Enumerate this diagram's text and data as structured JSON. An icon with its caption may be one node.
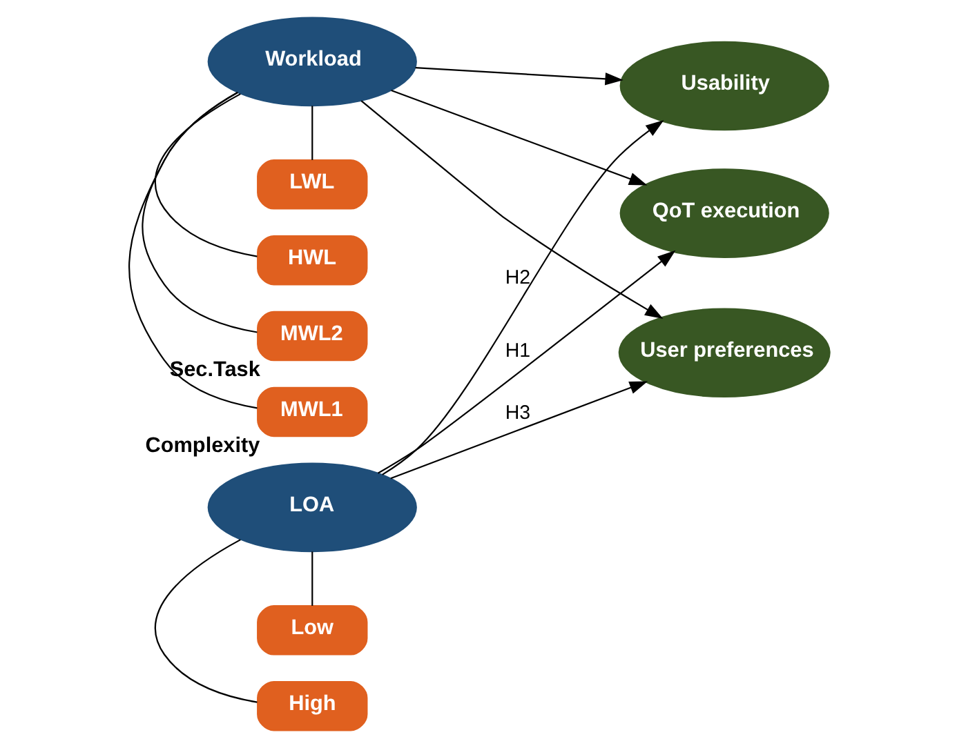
{
  "diagram": {
    "nodes": [
      {
        "text": [
          "LOA"
        ]
      },
      {
        "text": [
          "High"
        ]
      },
      {
        "text": [
          "Low"
        ]
      },
      {
        "text": [
          "Workload"
        ]
      },
      {
        "text": [
          "LWL"
        ]
      },
      {
        "text": [
          "MWL1"
        ],
        "beside": [
          "Complexity"
        ]
      },
      {
        "text": [
          "MWL2"
        ],
        "beside": [
          "Sec.Task"
        ]
      },
      {
        "text": [
          "HWL"
        ]
      },
      {
        "text": [
          "QoT execution"
        ]
      },
      {
        "text": [
          "Usability"
        ]
      },
      {
        "text": [
          "User preferences"
        ]
      }
    ],
    "edges": [
      {
        "from": 0,
        "to": 1,
        "arrow": "none"
      },
      {
        "from": 0,
        "to": 2,
        "arrow": "none"
      },
      {
        "from": 3,
        "to": 4,
        "arrow": "none"
      },
      {
        "from": 3,
        "to": 5,
        "arrow": "none"
      },
      {
        "from": 3,
        "to": 6,
        "arrow": "none"
      },
      {
        "from": 3,
        "to": 7,
        "arrow": "none"
      },
      {
        "from": 0,
        "to": 8,
        "arrow": "to",
        "label": "H1"
      },
      {
        "from": 0,
        "to": 9,
        "arrow": "to",
        "label": "H2"
      },
      {
        "from": 0,
        "to": 10,
        "arrow": "to",
        "label": "H3"
      },
      {
        "from": 3,
        "to": 8,
        "arrow": "to"
      },
      {
        "from": 3,
        "to": 9,
        "arrow": "to"
      },
      {
        "from": 3,
        "to": 10,
        "arrow": "to"
      }
    ]
  }
}
